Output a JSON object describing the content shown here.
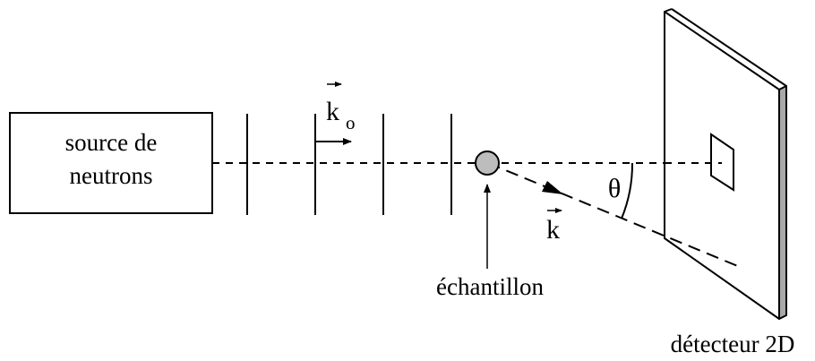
{
  "labels": {
    "source_line1": "source de",
    "source_line2": "neutrons",
    "sample": "échantillon",
    "detector": "détecteur 2D",
    "k0_letter": "k",
    "k0_subscript": "o",
    "k_scattered": "k",
    "angle": "θ"
  },
  "colors": {
    "stroke": "#000000",
    "sample_fill": "#bdbdbd",
    "detector_face": "#ffffff",
    "detector_edge": "#a9a9a9"
  }
}
